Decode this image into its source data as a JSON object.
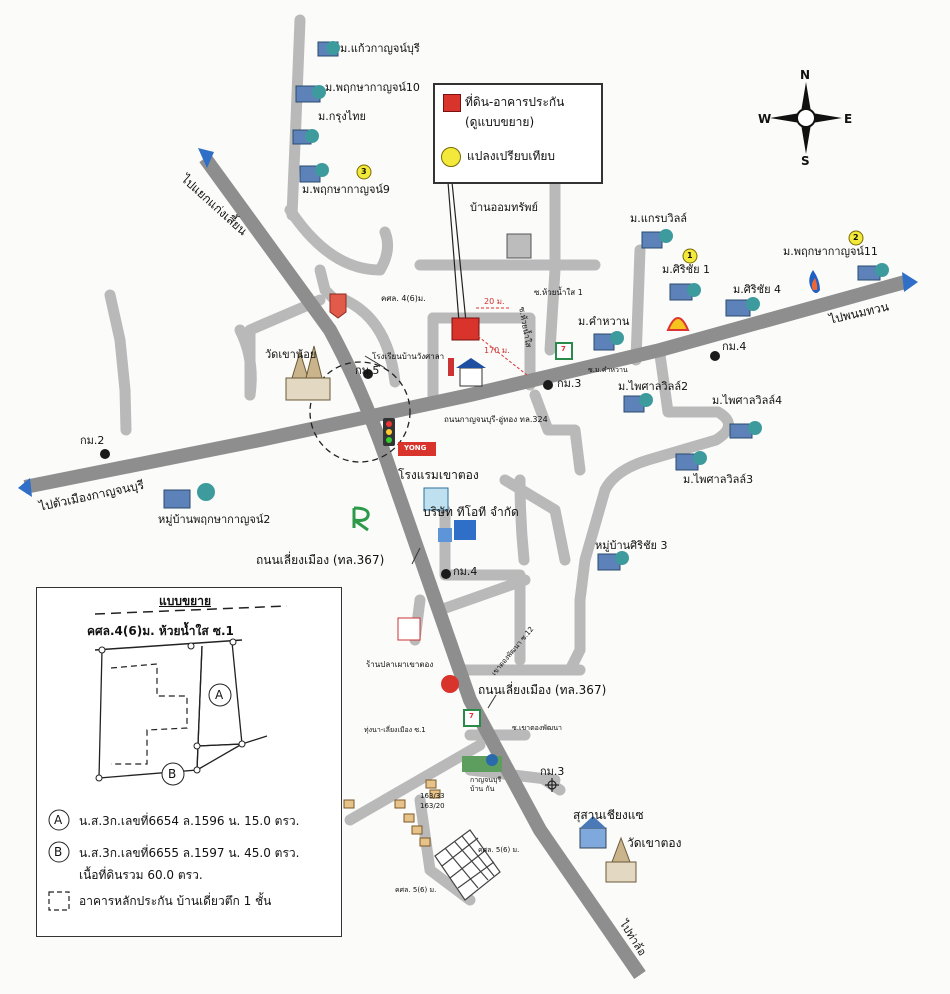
{
  "legend": {
    "collateral": "ที่ดิน-อาคารประกัน",
    "collateral_sub": "(ดูแบบขยาย)",
    "comparable": "แปลงเปรียบเทียบ",
    "colors": {
      "collateral": "#d9342b",
      "comparable": "#f3e93a"
    }
  },
  "compass": {
    "n": "N",
    "s": "S",
    "e": "E",
    "w": "W"
  },
  "directions": {
    "to_kaeng_sian": "ไปแยกแก่งเสี้ยน",
    "to_phanom_thuan": "ไปพนมทวน",
    "to_kanchanaburi": "ไปตัวเมืองกาญจนบุรี",
    "to_tha_lo": "ไปท่าล้อ"
  },
  "markers": {
    "one": "1",
    "two": "2",
    "three": "3"
  },
  "places": {
    "kaeo_kanchanaburi": "ม.แก้วกาญจน์บุรี",
    "pruksa10": "ม.พฤกษากาญจน์10",
    "krungthai": "ม.กรุงไทย",
    "pruksa9": "ม.พฤกษากาญจน์9",
    "ban_omsap": "บ้านออมทรัพย์",
    "kraisorn": "ม.แกรบวิลล์",
    "sirichai1": "ม.ศิริชัย 1",
    "pruksa11": "ม.พฤกษากาญจน์11",
    "sirichai4": "ม.ศิริชัย 4",
    "khamwan": "ม.คำหวาน",
    "phaisan2": "ม.ไพศาลวิลล์2",
    "phaisan4": "ม.ไพศาลวิลล์4",
    "phaisan3": "ม.ไพศาลวิลล์3",
    "wat_khao_noi": "วัดเขาน้อย",
    "school": "โรงเรียนบ้านวังศาลา",
    "hotel": "โรงแรมเขาตอง",
    "company": "บริษัท ทีโอที จำกัด",
    "pruksa2": "หมู่บ้านพฤกษากาญจน์2",
    "sirichai3": "หมู่บ้านศิริชัย 3",
    "restaurant": "ร้านปลาเผาเขาตอง",
    "cemetery": "สุสานเชียงแซ",
    "wat_khao_tong": "วัดเขาตอง",
    "kanchanaburi_center": "กาญจนบุรี บ้าน กัน",
    "h163_33": "163/33",
    "h163_20": "163/20"
  },
  "roads": {
    "kasl_top": "คศล. 4(6)ม.",
    "soi_huai": "ซ.ห้วยน้ำใส 1",
    "soi_huai_vert": "ซ.ห้วยน้ำใส",
    "dist_20": "20 ม.",
    "dist_170": "170 ม.",
    "soi_khamwan": "ซ.ม.คำหวาน",
    "hwy324": "ถนนกาญจนบุรี-อู่ทอง ทล.324",
    "hwy367_a": "ถนนเลี่ยงเมือง (ทล.367)",
    "hwy367_b": "ถนนเลี่ยงเมือง (ทล.367)",
    "khao_tong_12": "เขาตองพัฒนา ซ.12",
    "soi_khao_tong": "ซ.เขาตองพัฒนา",
    "thung_na": "ทุ่งนา-เลี่ยงเมือง ซ.1",
    "kasl5_a": "คศล. 5(6) ม.",
    "kasl5_b": "คศล. 5(6) ม."
  },
  "km": {
    "km2": "กม.2",
    "km3": "กม.3",
    "km4": "กม.4",
    "km5": "กม.5",
    "km4b": "กม.4",
    "km3b": "กม.3"
  },
  "brands": {
    "yong": "YONG",
    "seven": "7"
  },
  "inset": {
    "title": "แบบขยาย",
    "road_label": "คศล.4(6)ม.  ห้วยน้ำใส ซ.1",
    "a": "A",
    "b": "B",
    "a_desc": "น.ส.3ก.เลขที่6654 ล.1596 น. 15.0 ตรว.",
    "b_desc": "น.ส.3ก.เลขที่6655 ล.1597 น. 45.0 ตรว.",
    "total": "เนื้อที่ดินรวม 60.0 ตรว.",
    "building": "อาคารหลักประกัน บ้านเดี่ยวตึก 1 ชั้น"
  }
}
